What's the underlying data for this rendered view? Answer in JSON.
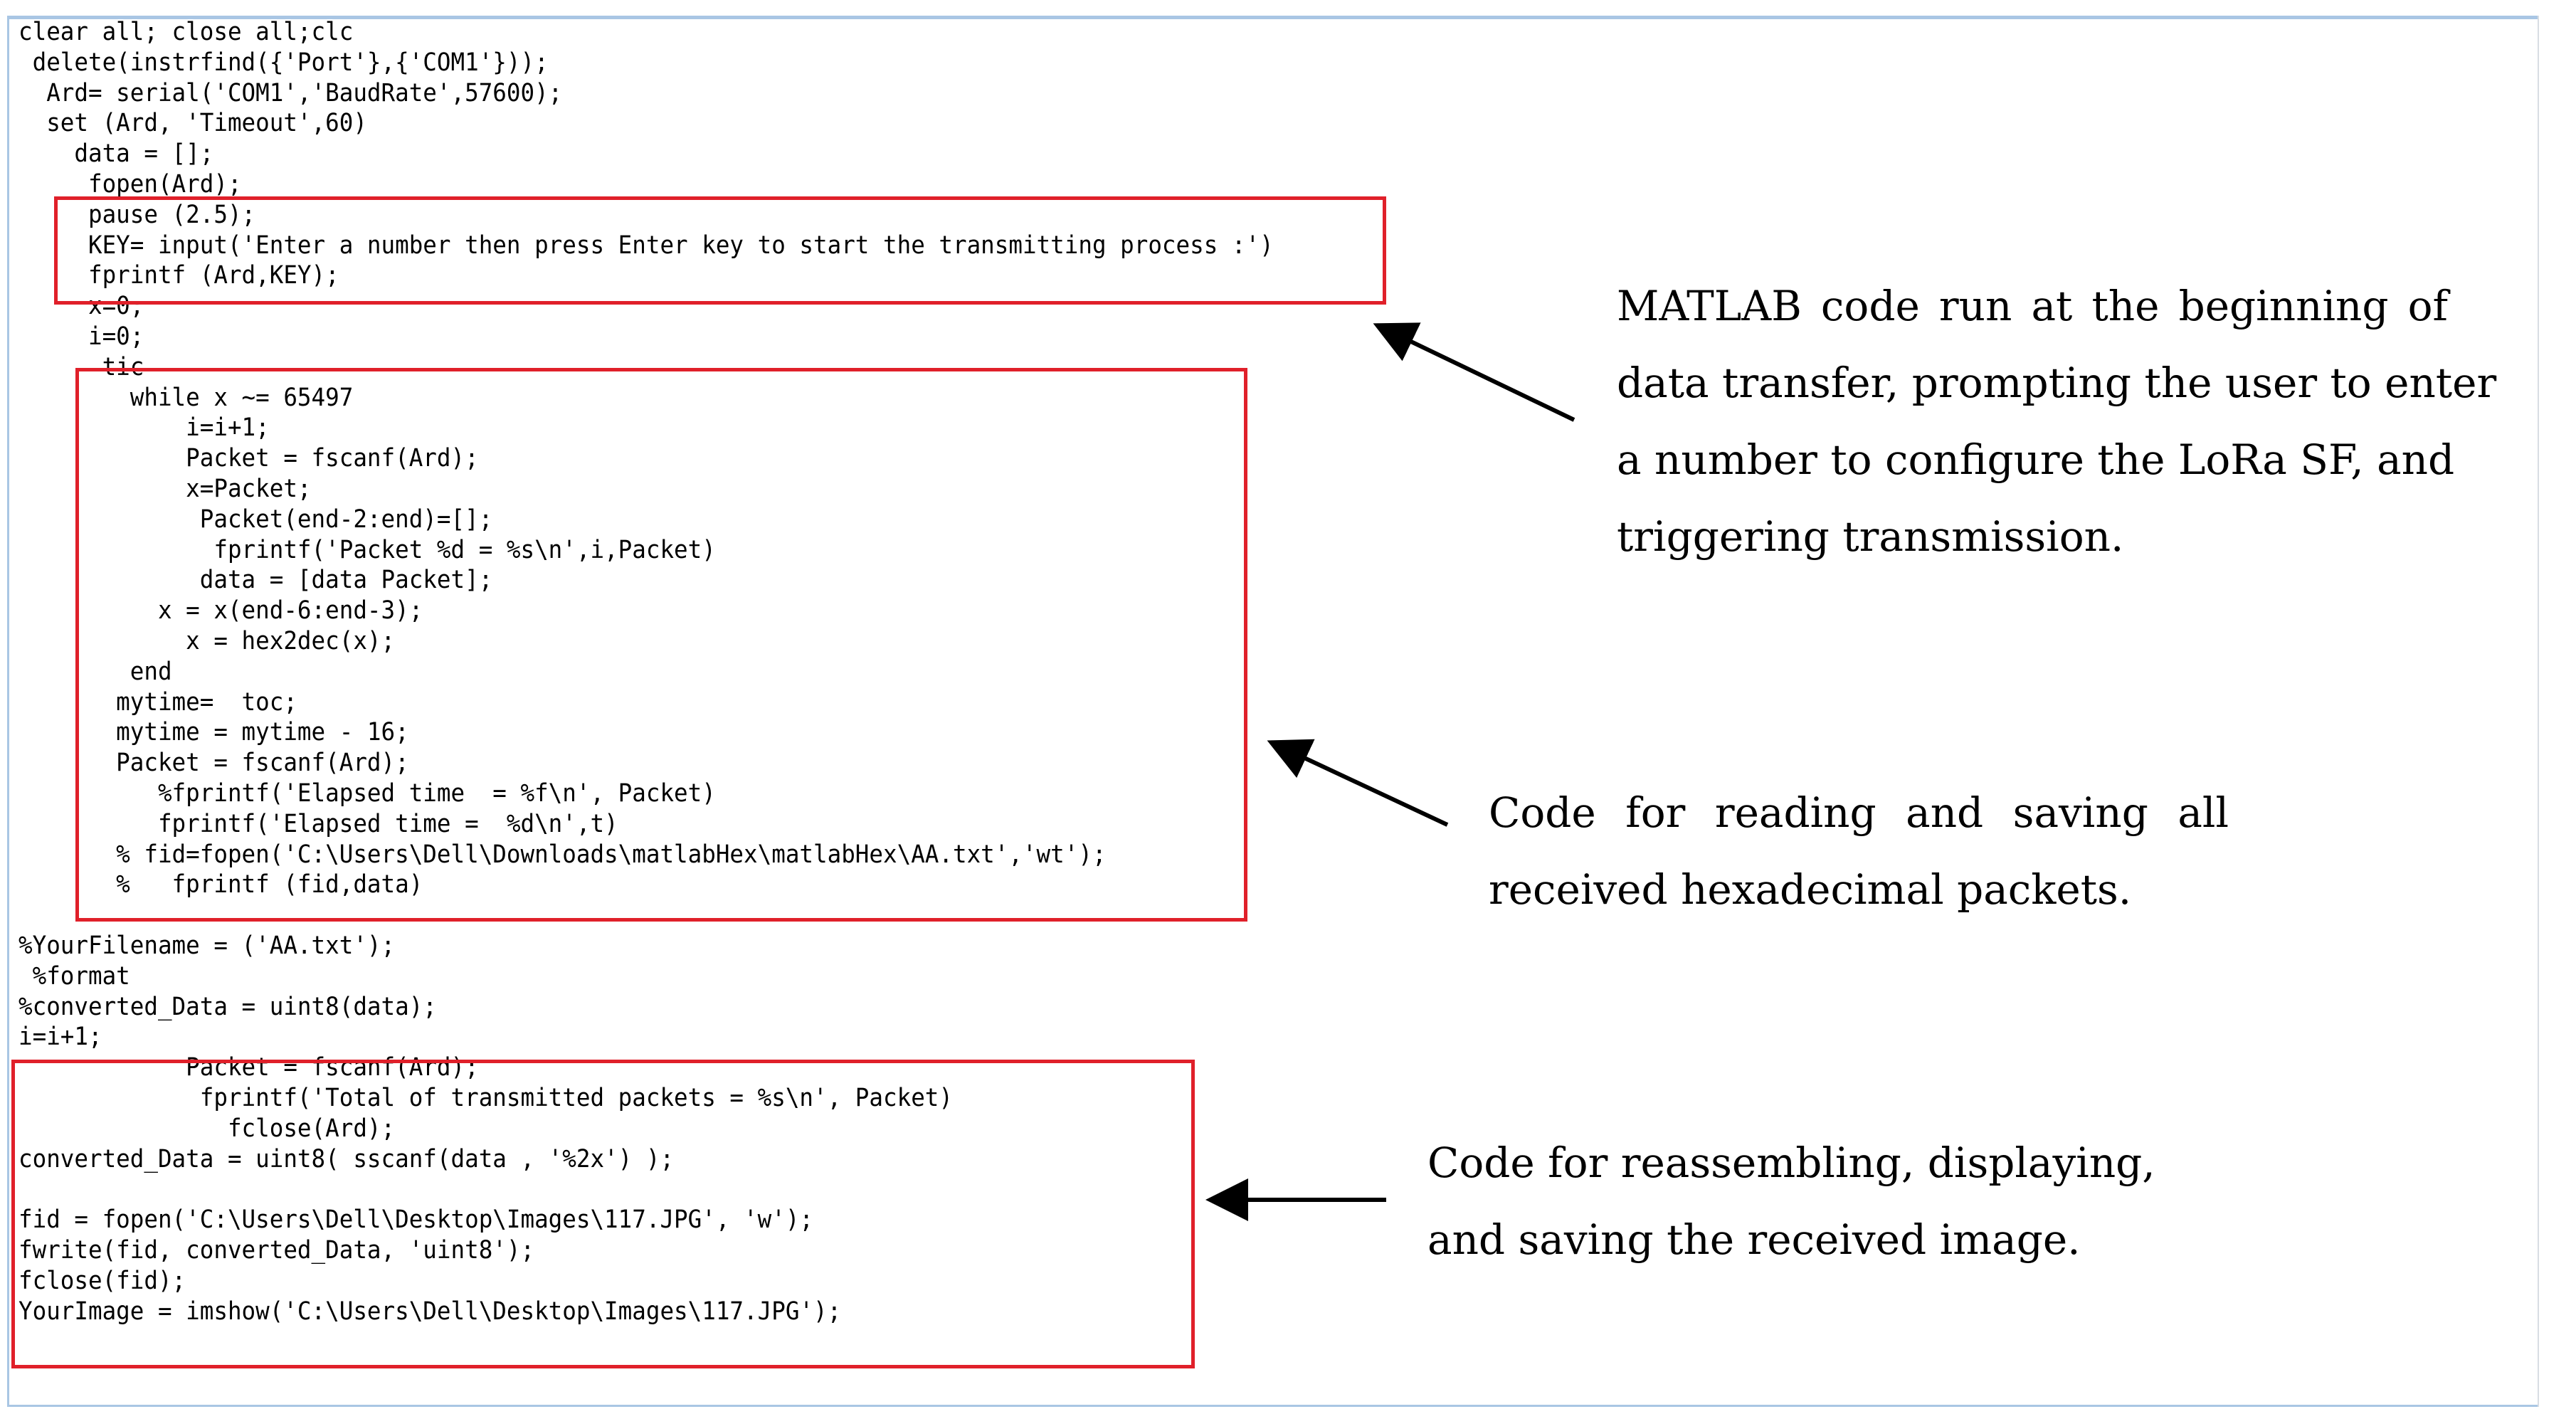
{
  "code_lines": [
    "clear all; close all;clc",
    " delete(instrfind({'Port'},{'COM1'}));",
    "  Ard= serial('COM1','BaudRate',57600);",
    "  set (Ard, 'Timeout',60)",
    "    data = [];",
    "     fopen(Ard);",
    "     pause (2.5);",
    "     KEY= input('Enter a number then press Enter key to start the transmitting process :')",
    "     fprintf (Ard,KEY);",
    "     x=0;",
    "     i=0;",
    "      tic",
    "        while x ~= 65497",
    "            i=i+1;",
    "            Packet = fscanf(Ard);",
    "            x=Packet;",
    "             Packet(end-2:end)=[];",
    "              fprintf('Packet %d = %s\\n',i,Packet)",
    "             data = [data Packet];",
    "          x = x(end-6:end-3);",
    "            x = hex2dec(x);",
    "        end",
    "       mytime=  toc;",
    "       mytime = mytime - 16;",
    "       Packet = fscanf(Ard);",
    "          %fprintf('Elapsed time  = %f\\n', Packet)",
    "          fprintf('Elapsed time =  %d\\n',t)",
    "       % fid=fopen('C:\\Users\\Dell\\Downloads\\matlabHex\\matlabHex\\AA.txt','wt');",
    "       %   fprintf (fid,data)",
    "",
    "%YourFilename = ('AA.txt');",
    " %format",
    "%converted_Data = uint8(data);",
    "i=i+1;",
    "            Packet = fscanf(Ard);",
    "             fprintf('Total of transmitted packets = %s\\n', Packet)",
    "               fclose(Ard);",
    "converted_Data = uint8( sscanf(data , '%2x') );",
    "",
    "fid = fopen('C:\\Users\\Dell\\Desktop\\Images\\117.JPG', 'w');",
    "fwrite(fid, converted_Data, 'uint8');",
    "fclose(fid);",
    "YourImage = imshow('C:\\Users\\Dell\\Desktop\\Images\\117.JPG');"
  ],
  "annotations": {
    "first": {
      "lines": [
        "MATLAB code run at the beginning of",
        "data transfer, prompting the user to enter",
        "a number to configure the LoRa SF, and",
        "triggering transmission."
      ]
    },
    "second": {
      "lines": [
        "Code  for  reading  and  saving  all",
        "received hexadecimal packets."
      ]
    },
    "third": {
      "lines": [
        "Code for reassembling, displaying,",
        "and saving the received image."
      ]
    }
  },
  "colors": {
    "highlight_border": "#e0202a",
    "code_text": "#000000",
    "window_border": "#a9c6e4"
  }
}
